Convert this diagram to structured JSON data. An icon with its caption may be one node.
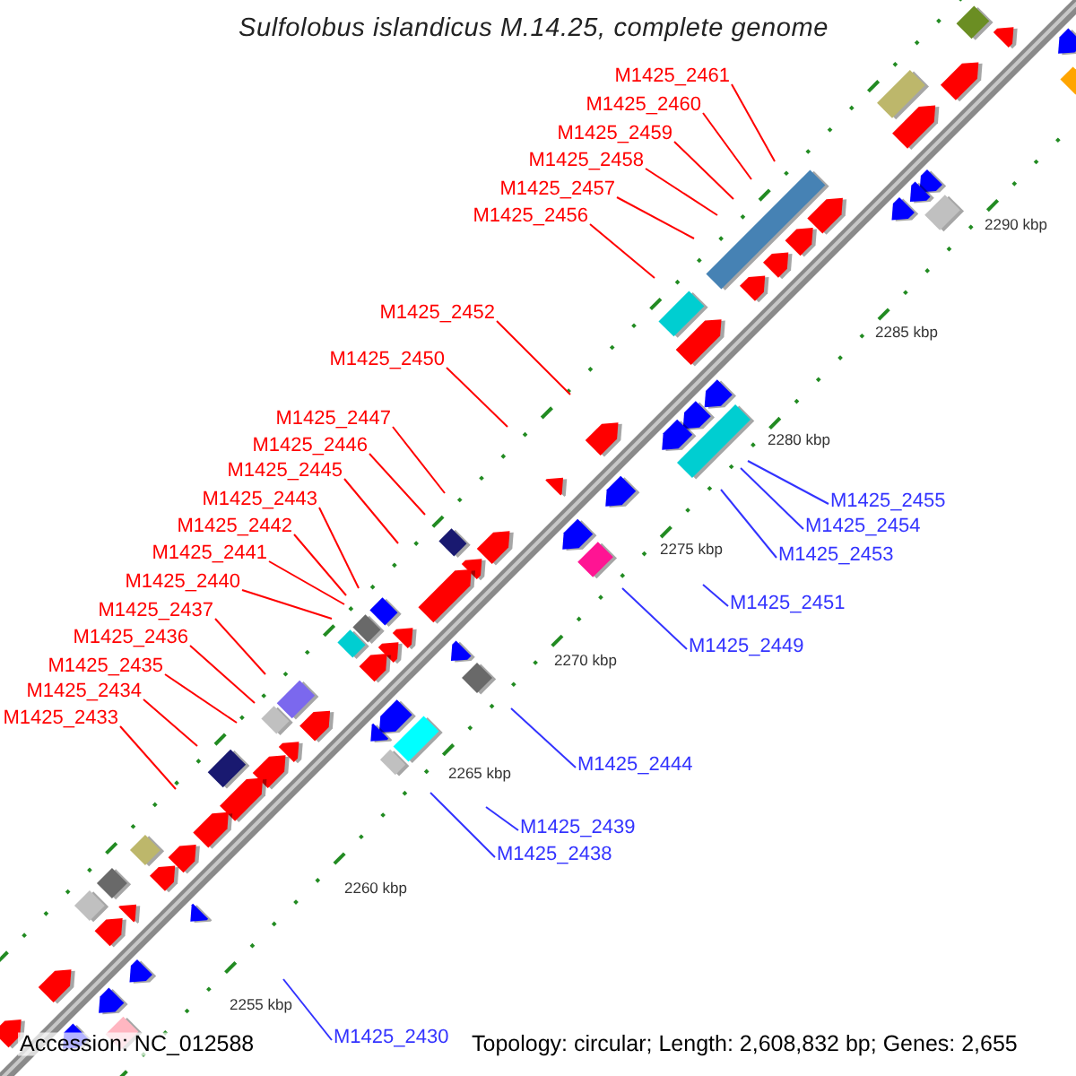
{
  "diagram": {
    "title": "Sulfolobus islandicus M.14.25, complete genome",
    "nodes": [
      {
        "text": [
          "M1425_2461"
        ]
      },
      {
        "text": [
          "M1425_2460"
        ]
      },
      {
        "text": [
          "M1425_2459"
        ]
      },
      {
        "text": [
          "M1425_2458"
        ]
      },
      {
        "text": [
          "M1425_2457"
        ]
      },
      {
        "text": [
          "M1425_2456"
        ]
      },
      {
        "text": [
          "M1425_2452"
        ]
      },
      {
        "text": [
          "M1425_2450"
        ]
      },
      {
        "text": [
          "M1425_2447"
        ]
      },
      {
        "text": [
          "M1425_2446"
        ]
      },
      {
        "text": [
          "M1425_2445"
        ]
      },
      {
        "text": [
          "M1425_2443"
        ]
      },
      {
        "text": [
          "M1425_2455"
        ]
      },
      {
        "text": [
          "M1425_2442"
        ]
      },
      {
        "text": [
          "M1425_2454"
        ]
      },
      {
        "text": [
          "M1425_2441"
        ]
      },
      {
        "text": [
          "M1425_2453"
        ]
      },
      {
        "text": [
          "M1425_2440"
        ]
      },
      {
        "text": [
          "M1425_2451"
        ]
      },
      {
        "text": [
          "M1425_2437"
        ]
      },
      {
        "text": [
          "M1425_2436"
        ]
      },
      {
        "text": [
          "M1425_2449"
        ]
      },
      {
        "text": [
          "M1425_2435"
        ]
      },
      {
        "text": [
          "M1425_2434"
        ]
      },
      {
        "text": [
          "M1425_2433"
        ]
      },
      {
        "text": [
          "M1425_2444"
        ]
      },
      {
        "text": [
          "M1425_2439"
        ]
      },
      {
        "text": [
          "M1425_2438"
        ]
      },
      {
        "text": [
          "M1425_2430"
        ]
      }
    ],
    "edges": [
      {
        "from": 0,
        "to": null,
        "arrow": "none"
      },
      {
        "from": 1,
        "to": null,
        "arrow": "none"
      },
      {
        "from": 2,
        "to": null,
        "arrow": "none"
      },
      {
        "from": 3,
        "to": null,
        "arrow": "none"
      },
      {
        "from": 4,
        "to": null,
        "arrow": "none"
      },
      {
        "from": 5,
        "to": null,
        "arrow": "none"
      },
      {
        "from": 6,
        "to": null,
        "arrow": "none"
      },
      {
        "from": 7,
        "to": null,
        "arrow": "none"
      },
      {
        "from": 8,
        "to": null,
        "arrow": "none"
      },
      {
        "from": 9,
        "to": null,
        "arrow": "none"
      },
      {
        "from": 10,
        "to": null,
        "arrow": "none"
      },
      {
        "from": 11,
        "to": null,
        "arrow": "none"
      },
      {
        "from": 12,
        "to": null,
        "arrow": "none",
        "color": "#3333ff"
      },
      {
        "from": 13,
        "to": null,
        "arrow": "none"
      },
      {
        "from": 14,
        "to": null,
        "arrow": "none",
        "color": "#3333ff"
      },
      {
        "from": 15,
        "to": null,
        "arrow": "none"
      },
      {
        "from": 16,
        "to": null,
        "arrow": "none",
        "color": "#3333ff"
      },
      {
        "from": 17,
        "to": null,
        "arrow": "none"
      },
      {
        "from": 18,
        "to": null,
        "arrow": "none",
        "color": "#3333ff"
      },
      {
        "from": 19,
        "to": null,
        "arrow": "none"
      },
      {
        "from": 20,
        "to": null,
        "arrow": "none"
      },
      {
        "from": 21,
        "to": null,
        "arrow": "none",
        "color": "#3333ff"
      },
      {
        "from": 22,
        "to": null,
        "arrow": "none"
      },
      {
        "from": 23,
        "to": null,
        "arrow": "none"
      },
      {
        "from": 24,
        "to": null,
        "arrow": "none"
      },
      {
        "from": 25,
        "to": null,
        "arrow": "none",
        "color": "#3333ff"
      },
      {
        "from": 26,
        "to": null,
        "arrow": "none",
        "color": "#3333ff"
      },
      {
        "from": 27,
        "to": null,
        "arrow": "none",
        "color": "#3333ff"
      },
      {
        "from": 28,
        "to": null,
        "arrow": "none",
        "color": "#3333ff"
      }
    ],
    "labels": [
      "2290 kbp",
      "2285 kbp",
      "2280 kbp",
      "2275 kbp",
      "2270 kbp",
      "2265 kbp",
      "2260 kbp",
      "2255 kbp",
      "Accession: NC_012588",
      "Topology: circular; Length: 2,608,832 bp; Genes: 2,655"
    ]
  }
}
